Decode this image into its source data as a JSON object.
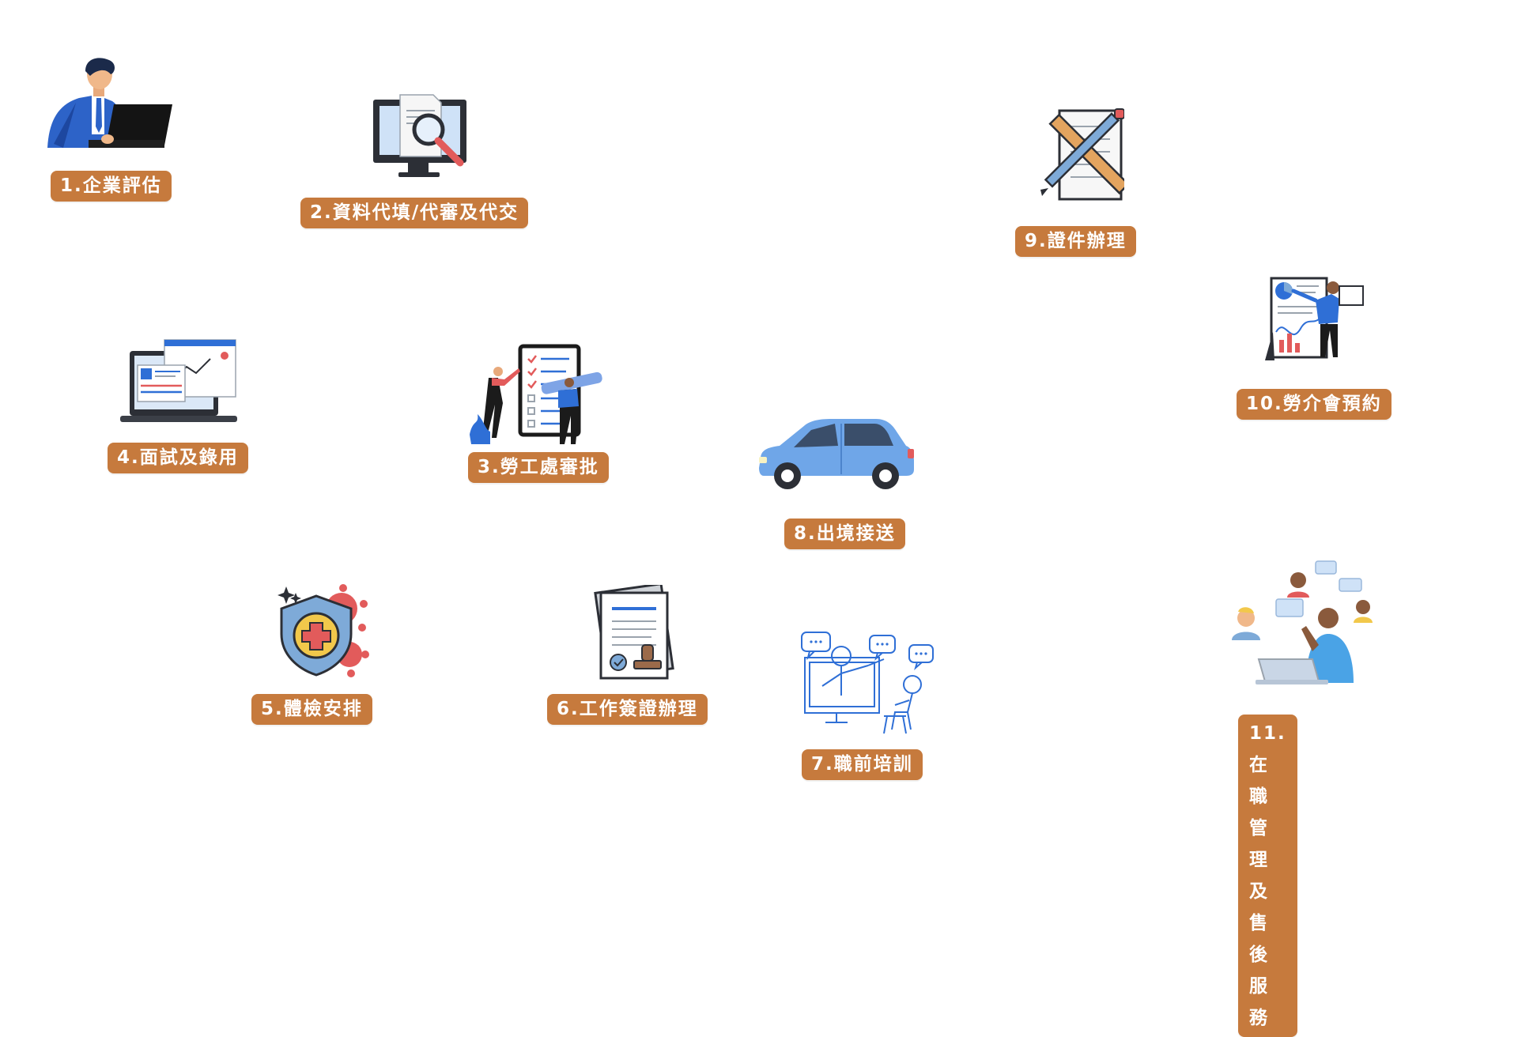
{
  "colors": {
    "label_bg": "#c67a3d",
    "label_text": "#ffffff",
    "accent_blue": "#2f6fd6",
    "accent_red": "#e25b5b"
  },
  "steps": [
    {
      "id": "1",
      "label": "1.企業評估",
      "icon": "businessman-laptop-icon"
    },
    {
      "id": "2",
      "label": "2.資料代填/代審及代交",
      "icon": "monitor-document-magnifier-icon"
    },
    {
      "id": "3",
      "label": "3.勞工處審批",
      "icon": "checklist-people-icon"
    },
    {
      "id": "4",
      "label": "4.面試及錄用",
      "icon": "laptop-browser-profile-icon"
    },
    {
      "id": "5",
      "label": "5.體檢安排",
      "icon": "shield-virus-icon"
    },
    {
      "id": "6",
      "label": "6.工作簽證辦理",
      "icon": "certificate-stamp-icon"
    },
    {
      "id": "7",
      "label": "7.職前培訓",
      "icon": "training-teacher-student-icon"
    },
    {
      "id": "8",
      "label": "8.出境接送",
      "icon": "car-icon"
    },
    {
      "id": "9",
      "label": "9.證件辦理",
      "icon": "ruler-pencil-document-icon"
    },
    {
      "id": "10",
      "label": "10.勞介會預約",
      "icon": "presentation-board-icon"
    },
    {
      "id": "11",
      "label_lines": [
        "11.在職管理",
        "及售後服務"
      ],
      "icon": "customer-service-chat-icon"
    }
  ]
}
